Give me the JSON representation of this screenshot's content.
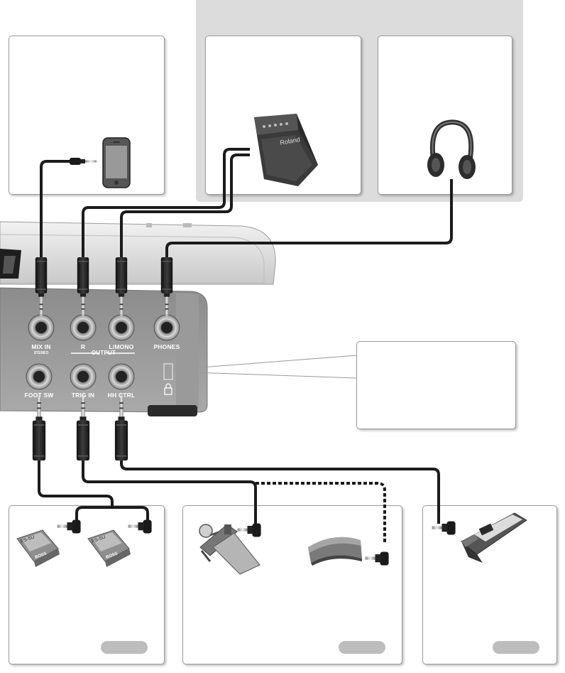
{
  "jacks": {
    "mix_in": "MIX IN",
    "mix_in_sub": "STEREO",
    "r": "R",
    "l_mono": "L/MONO",
    "output": "OUTPUT",
    "phones": "PHONES",
    "foot_sw": "FOOT SW",
    "trig_in": "TRIG IN",
    "hh_ctrl": "HH CTRL"
  },
  "devices": {
    "amp_brand": "Roland",
    "pedal_brand": "BOSS",
    "pedal_model": "FS-5U"
  },
  "icons": [
    "smartphone-icon",
    "amplifier-icon",
    "headphones-icon",
    "footswitch-icon",
    "kick-pedal-icon",
    "trigger-pad-icon",
    "hihat-controller-icon",
    "kensington-lock-icon"
  ]
}
